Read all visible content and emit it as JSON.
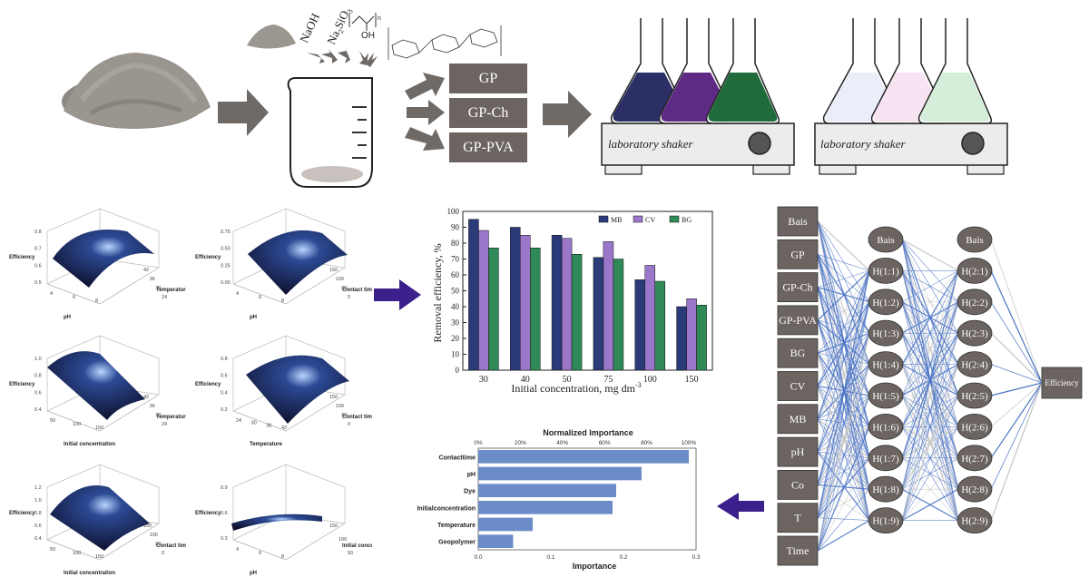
{
  "reagents": {
    "naoh": "NaOH",
    "na2sio3": "Na",
    "na2sio3_sub": "2",
    "na2sio3_rest": "SiO",
    "na2sio3_sub2": "3"
  },
  "products": [
    "GP",
    "GP-Ch",
    "GP-PVA"
  ],
  "shaker_label": "laboratory shaker",
  "colors": {
    "arrow_gray": "#6f6a66",
    "box_gray": "#6b6460",
    "mb": "#2b3a78",
    "cv": "#9a77c9",
    "bg": "#2f8a57",
    "importance_bar": "#6b8cc6",
    "nav_arrow": "#3b1f8a",
    "nn_line": "#4a73c4"
  },
  "surface_plots": [
    {
      "zlabel": "Efficiency",
      "xlabel": "pH",
      "ylabel": "Temperature",
      "zticks": [
        "0.8",
        "0.7",
        "0.6",
        "0.5"
      ],
      "xticks": [
        "4",
        "6",
        "8"
      ],
      "yticks": [
        "24",
        "30",
        "36",
        "42"
      ]
    },
    {
      "zlabel": "Efficiency",
      "xlabel": "pH",
      "ylabel": "Contact time",
      "zticks": [
        "0.75",
        "0.50",
        "0.25",
        "0.00"
      ],
      "xticks": [
        "4",
        "6",
        "8"
      ],
      "yticks": [
        "0",
        "50",
        "100",
        "150"
      ]
    },
    {
      "zlabel": "Efficiency",
      "xlabel": "Initial concentration",
      "ylabel": "Temperature",
      "zticks": [
        "1.0",
        "0.8",
        "0.6",
        "0.4"
      ],
      "xticks": [
        "50",
        "100",
        "150"
      ],
      "yticks": [
        "24",
        "30",
        "36",
        "42"
      ]
    },
    {
      "zlabel": "Efficiency",
      "xlabel": "Temperature",
      "ylabel": "Contact time",
      "zticks": [
        "0.8",
        "0.6",
        "0.4",
        "0.2"
      ],
      "xticks": [
        "24",
        "30",
        "36",
        "42"
      ],
      "yticks": [
        "0",
        "50",
        "100",
        "150"
      ]
    },
    {
      "zlabel": "Efficiency",
      "xlabel": "Initial concentration",
      "ylabel": "Contact time",
      "zticks": [
        "1.2",
        "1.0",
        "0.8",
        "0.6",
        "0.4"
      ],
      "xticks": [
        "50",
        "100",
        "150"
      ],
      "yticks": [
        "0",
        "50",
        "100",
        "150"
      ]
    },
    {
      "zlabel": "Efficiency",
      "xlabel": "pH",
      "ylabel": "Initial concentration",
      "zticks": [
        "0.9",
        "0.6",
        "0.3"
      ],
      "xticks": [
        "4",
        "6",
        "8"
      ],
      "yticks": [
        "50",
        "100",
        "150"
      ]
    }
  ],
  "chart_data": [
    {
      "type": "bar",
      "title": "",
      "xlabel": "Initial concentration, mg dm",
      "xlabel_sup": "-3",
      "ylabel": "Removal efficiency, %",
      "categories": [
        "30",
        "40",
        "50",
        "75",
        "100",
        "150"
      ],
      "series": [
        {
          "name": "MB",
          "values": [
            95,
            90,
            85,
            71,
            57,
            40
          ]
        },
        {
          "name": "CV",
          "values": [
            88,
            85,
            83,
            81,
            66,
            45
          ]
        },
        {
          "name": "BG",
          "values": [
            77,
            77,
            73,
            70,
            56,
            41
          ]
        }
      ],
      "ylim": [
        0,
        100
      ],
      "yticks": [
        "0",
        "10",
        "20",
        "30",
        "40",
        "50",
        "60",
        "70",
        "80",
        "90",
        "100"
      ],
      "legend": "top-right"
    },
    {
      "type": "bar",
      "orientation": "horizontal",
      "title": "Normalized Importance",
      "xlabel": "Importance",
      "categories": [
        "Contacttime",
        "pH",
        "Dye",
        "Initialconcentration",
        "Temperature",
        "Geopolymer"
      ],
      "values": [
        0.29,
        0.225,
        0.19,
        0.185,
        0.075,
        0.048
      ],
      "xlim": [
        0,
        0.3
      ],
      "xticks": [
        "0.0",
        "0.1",
        "0.2",
        "0.3"
      ],
      "top_ticks": [
        "0%",
        "20%",
        "40%",
        "60%",
        "80%",
        "100%"
      ]
    }
  ],
  "network": {
    "inputs": [
      "Bais",
      "GP",
      "GP-Ch",
      "GP-PVA",
      "BG",
      "CV",
      "MB",
      "pH",
      "Co",
      "T",
      "Time"
    ],
    "hidden1": [
      "Bais",
      "H(1:1)",
      "H(1:2)",
      "H(1:3)",
      "H(1:4)",
      "H(1:5)",
      "H(1:6)",
      "H(1:7)",
      "H(1:8)",
      "H(1:9)"
    ],
    "hidden2": [
      "Bais",
      "H(2:1)",
      "H(2:2)",
      "H(2:3)",
      "H(2:4)",
      "H(2:5)",
      "H(2:6)",
      "H(2:7)",
      "H(2:8)",
      "H(2:9)"
    ],
    "output": "Efficiency"
  }
}
